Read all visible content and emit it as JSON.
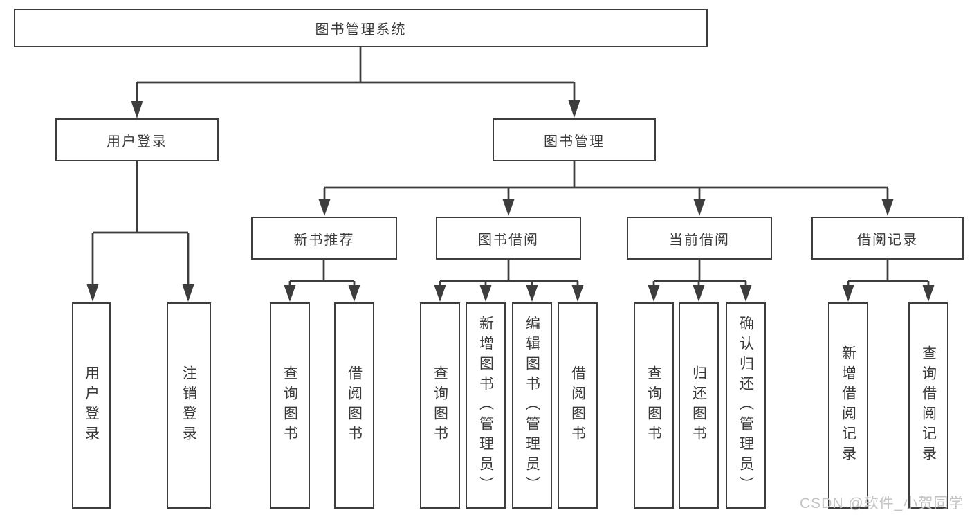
{
  "chart": {
    "root": {
      "label": "图书管理系统"
    },
    "level1": [
      {
        "label": "用户登录",
        "children": [
          "用户登录",
          "注销登录"
        ]
      },
      {
        "label": "图书管理"
      }
    ],
    "level2": [
      {
        "label": "新书推荐",
        "children": [
          "查询图书",
          "借阅图书"
        ]
      },
      {
        "label": "图书借阅",
        "children": [
          "查询图书",
          "新增图书（管理员）",
          "编辑图书（管理员）",
          "借阅图书"
        ]
      },
      {
        "label": "当前借阅",
        "children": [
          "查询图书",
          "归还图书",
          "确认归还（管理员）"
        ]
      },
      {
        "label": "借阅记录",
        "children": [
          "新增借阅记录",
          "查询借阅记录"
        ]
      }
    ],
    "watermark": "CSDN @软件_小贺同学",
    "colors": {
      "line": "#3d3d3d",
      "text": "#3a3a3a",
      "background": "#ffffff",
      "watermark": "#c3c3c3"
    }
  }
}
